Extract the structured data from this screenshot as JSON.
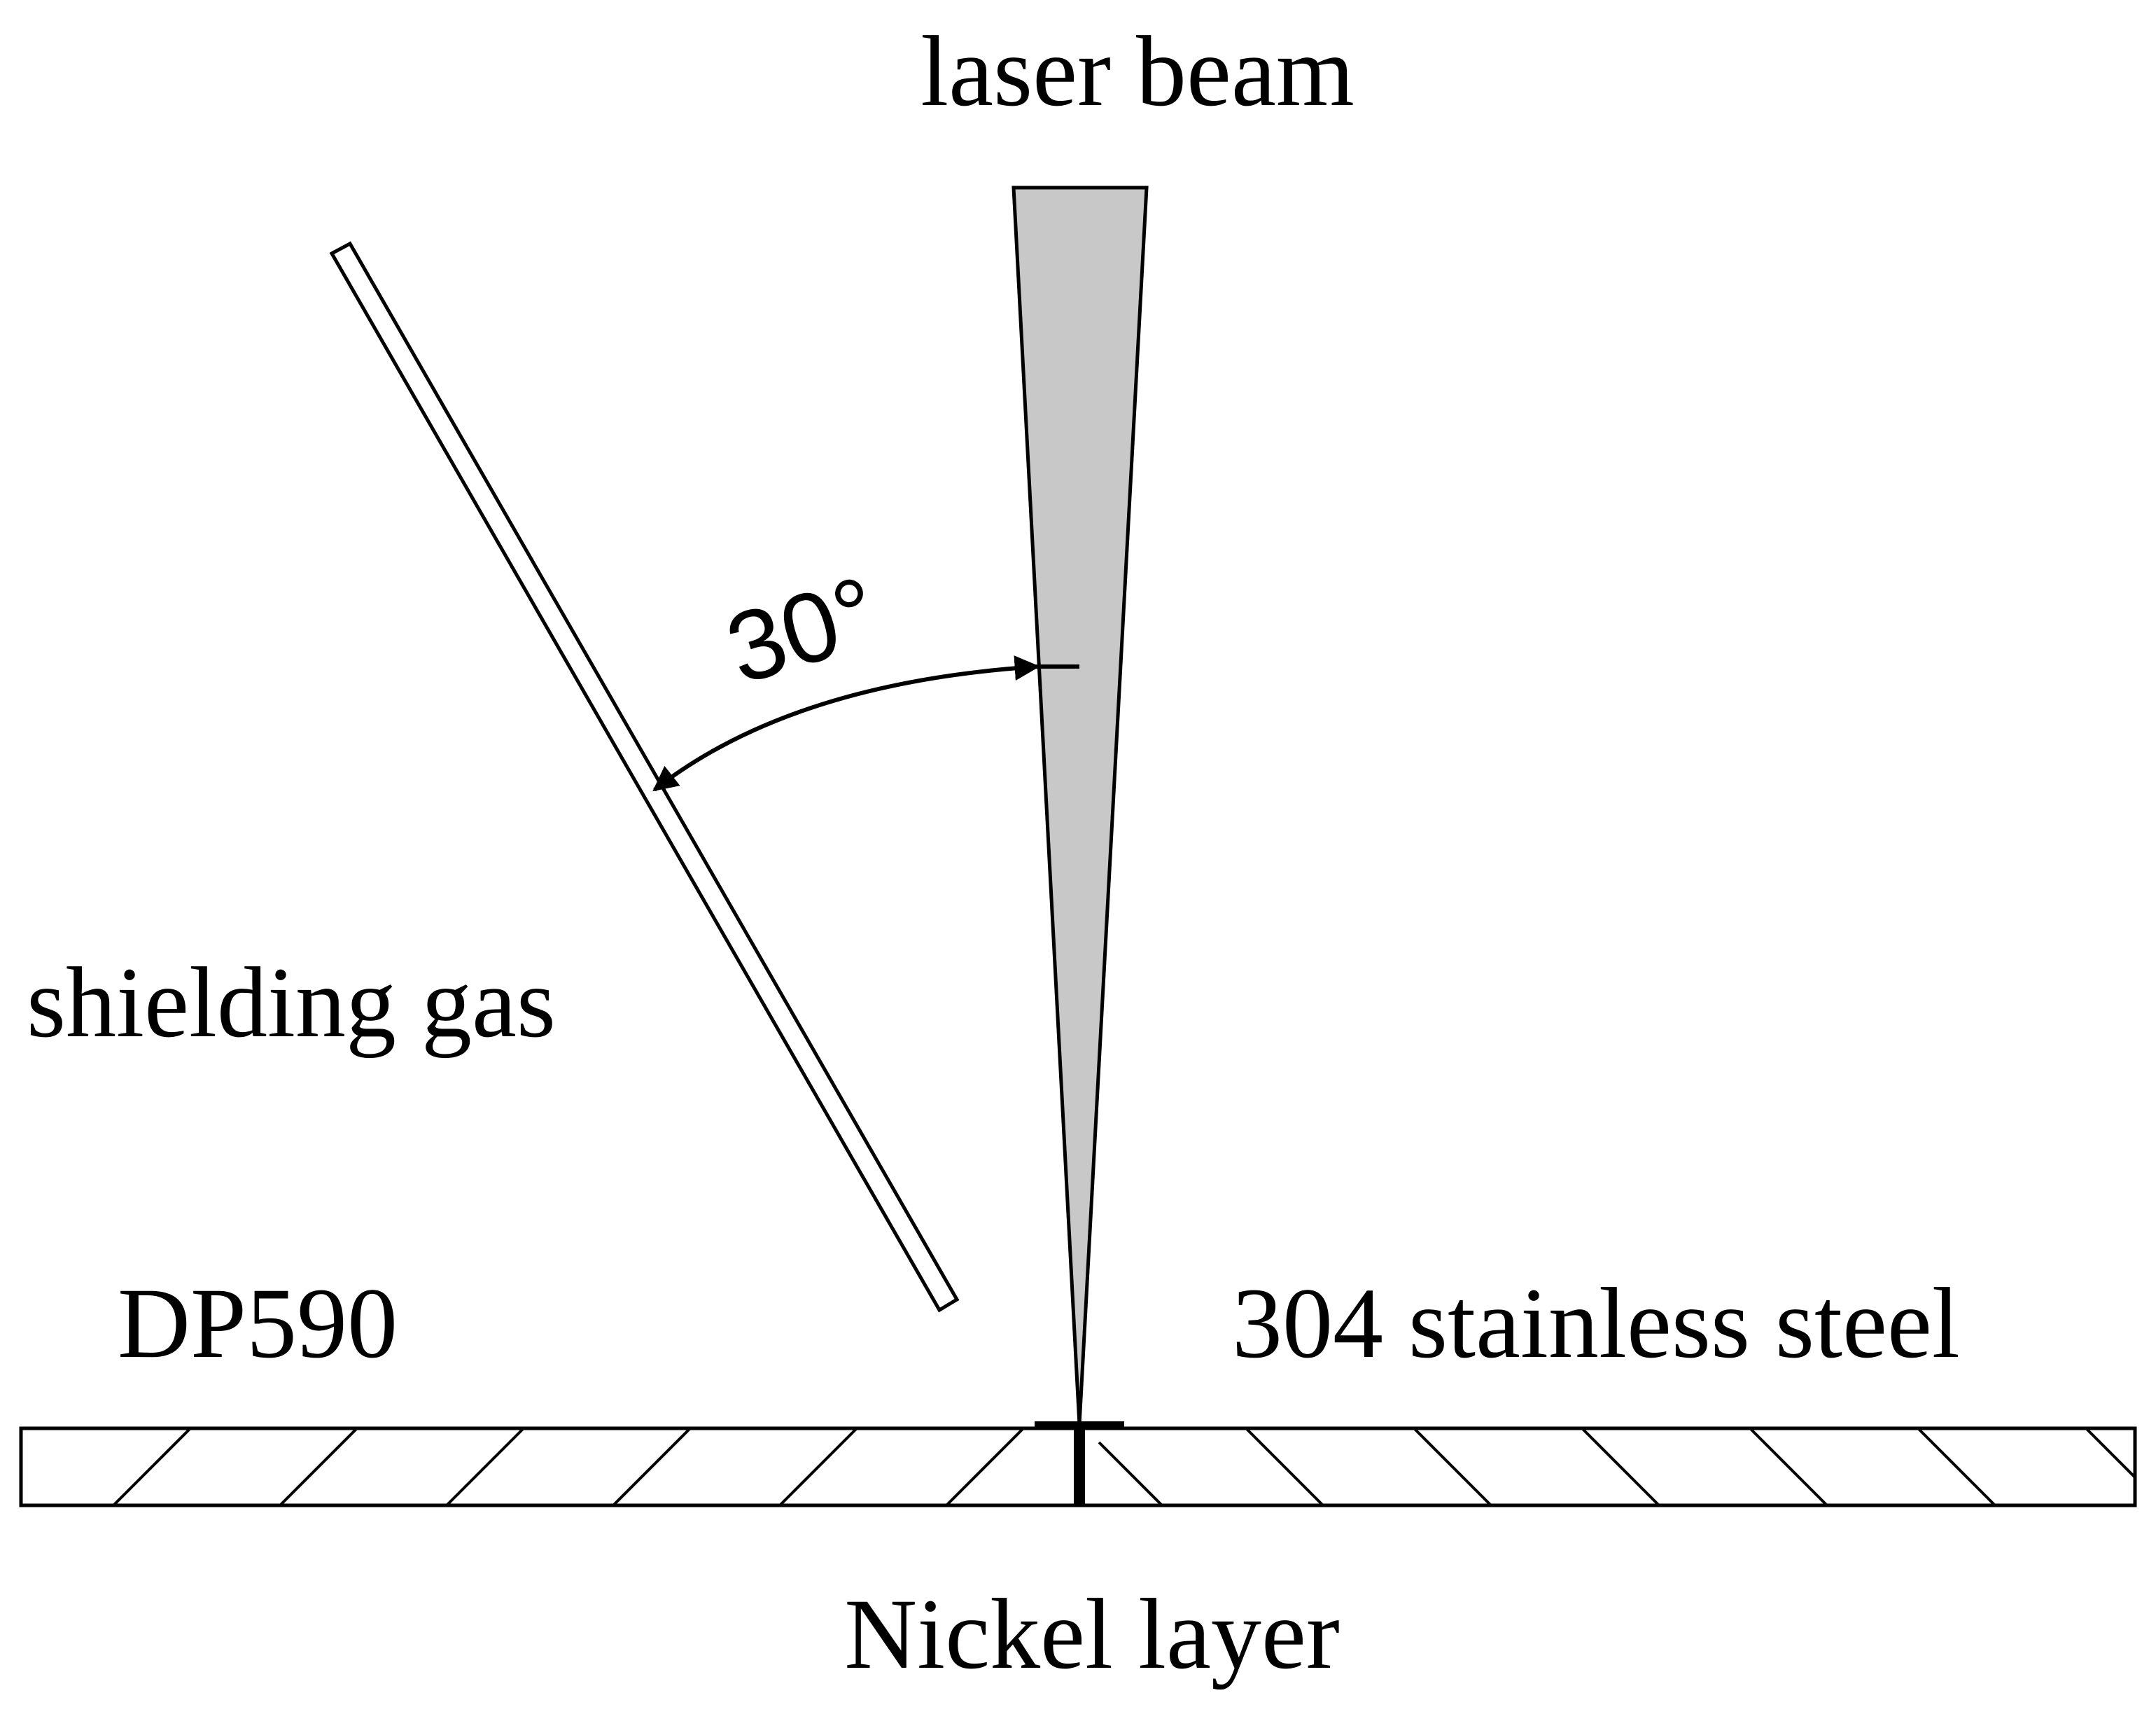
{
  "labels": {
    "laser_beam": "laser beam",
    "shielding_gas": "shielding gas",
    "angle": "30°",
    "left_material": "DP590",
    "right_material": "304 stainless steel",
    "interlayer": "Nickel layer"
  },
  "colors": {
    "stroke": "#000000",
    "beam_fill": "#c8c8c8",
    "background": "#ffffff"
  }
}
